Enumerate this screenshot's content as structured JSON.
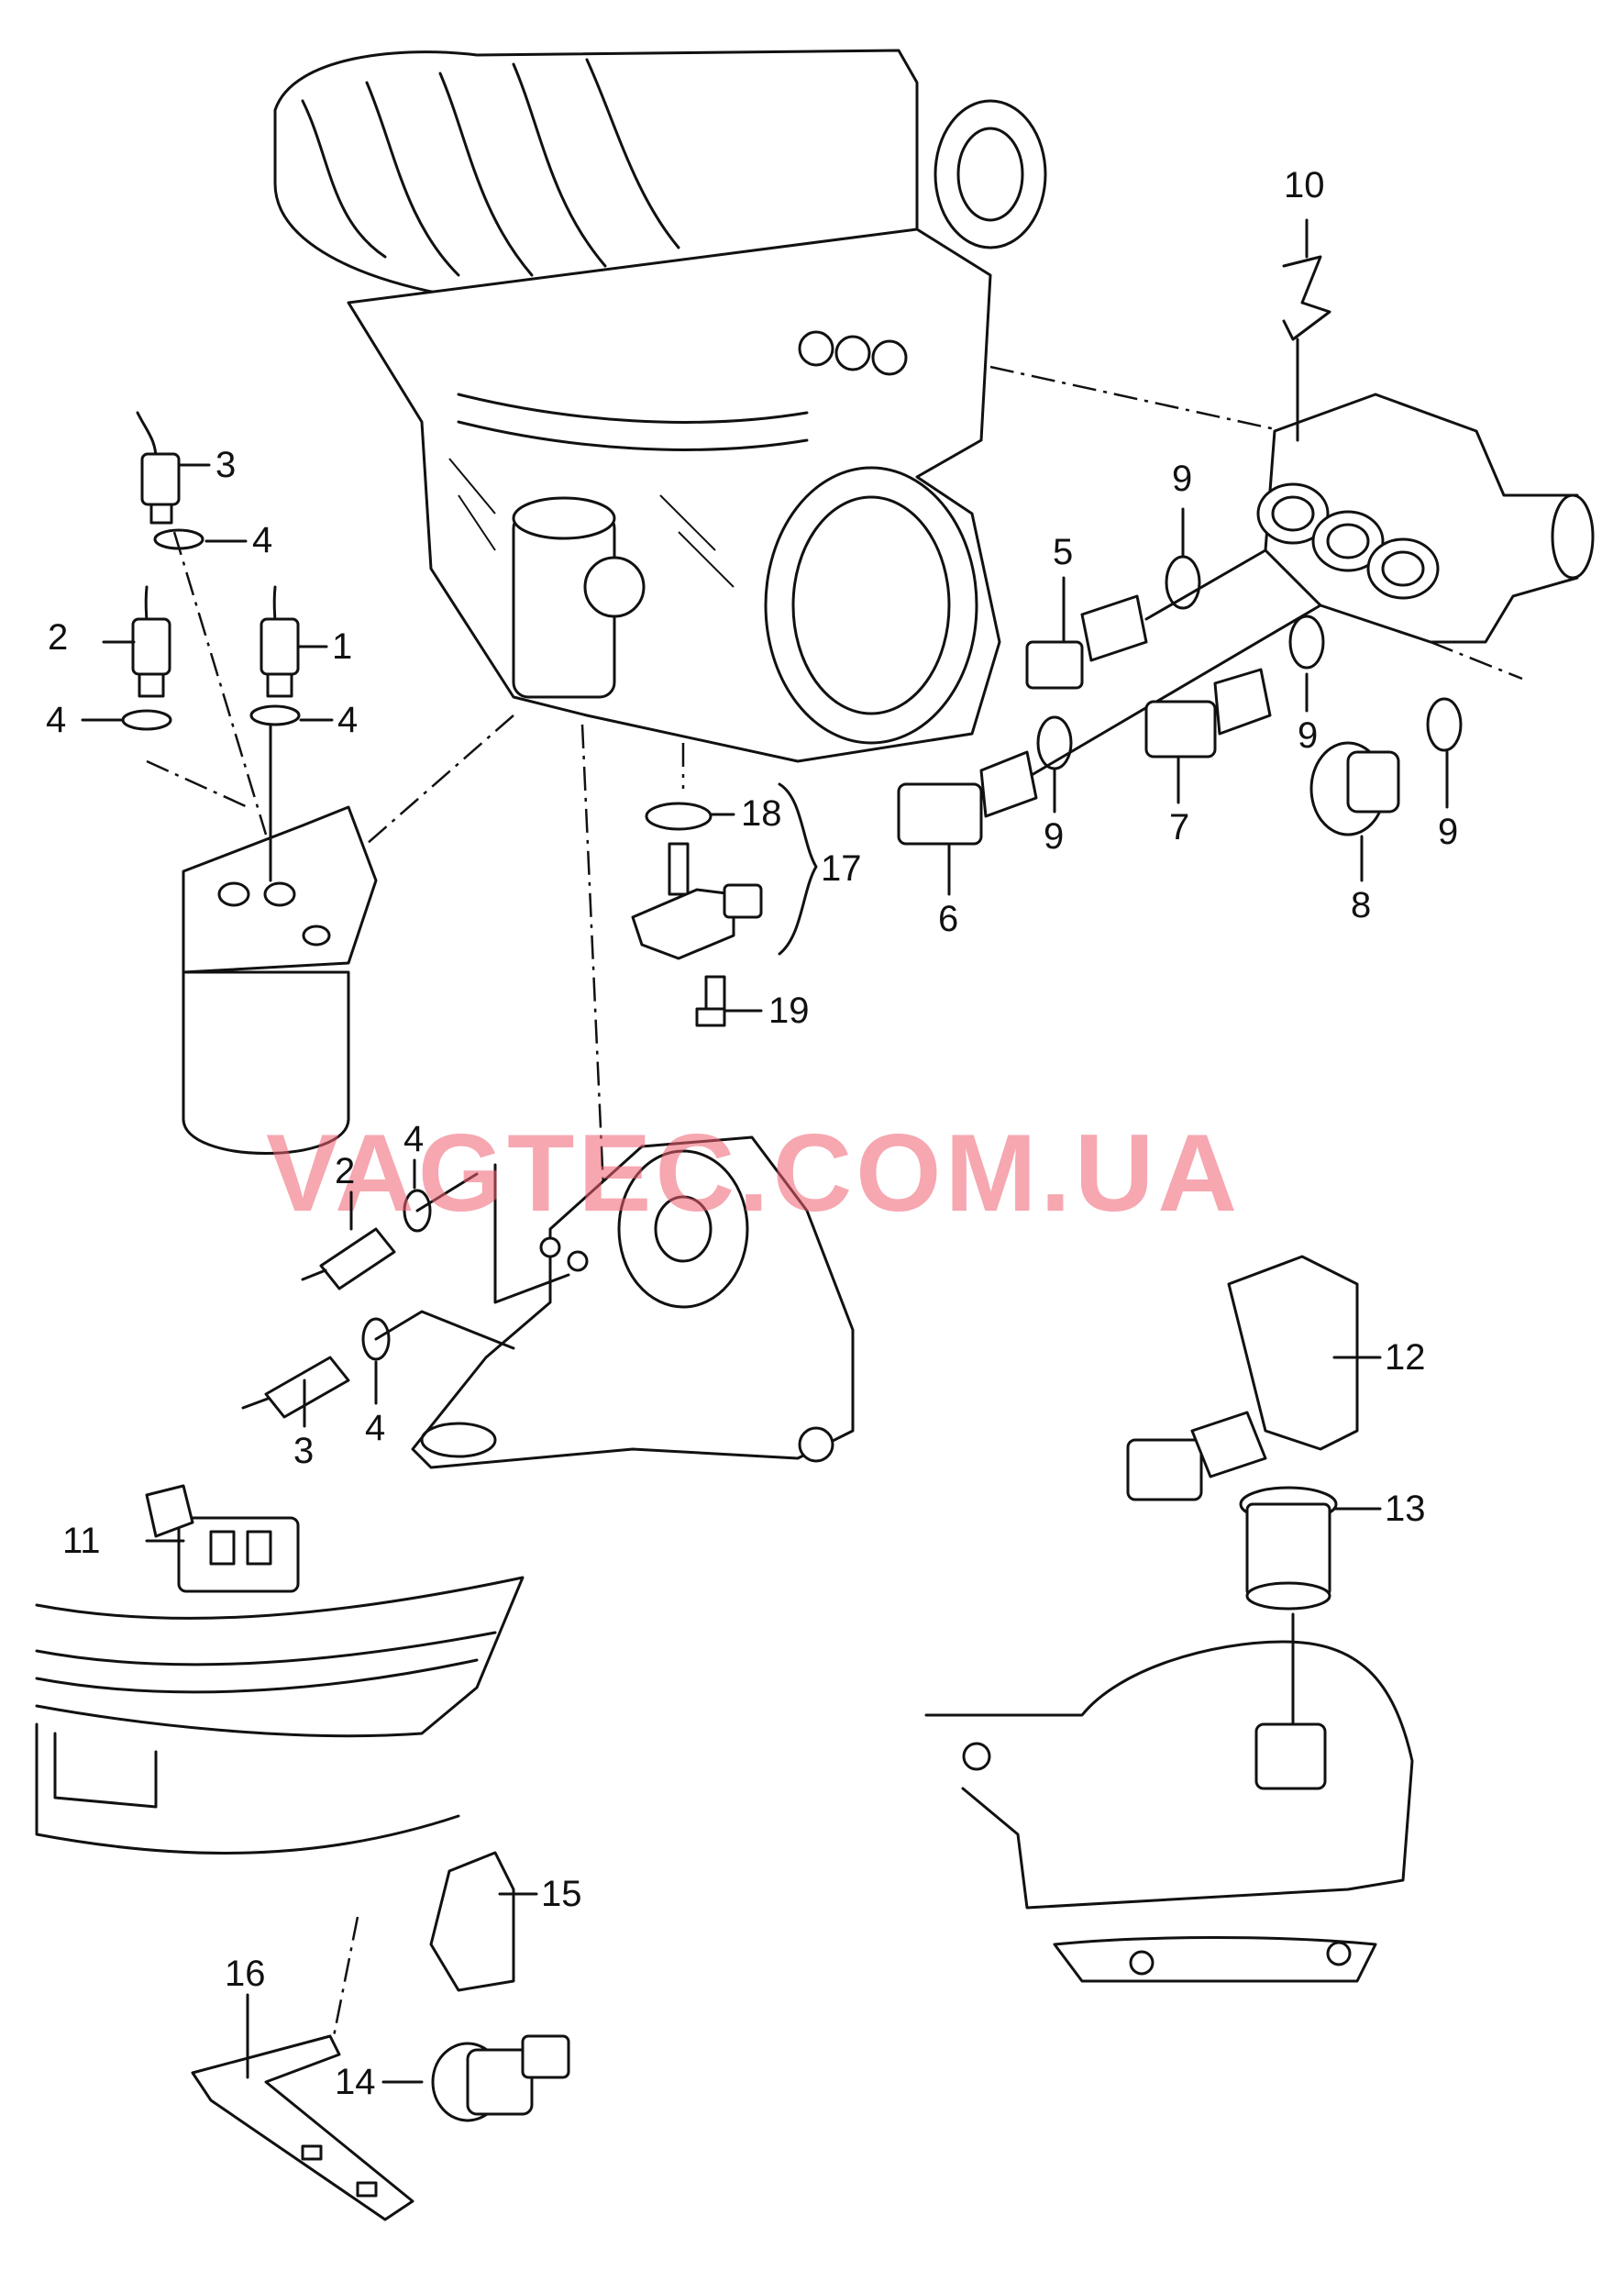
{
  "watermark": "VAGTEC.COM.UA",
  "callouts": {
    "c1": "1",
    "c2": "2",
    "c3": "3",
    "c4": "4",
    "c5": "5",
    "c6": "6",
    "c7": "7",
    "c8": "8",
    "c9": "9",
    "c10": "10",
    "c11": "11",
    "c12": "12",
    "c13": "13",
    "c14": "14",
    "c15": "15",
    "c16": "16",
    "c17": "17",
    "c18": "18",
    "c19": "19"
  },
  "icons": {
    "engine": "engine-block-icon",
    "oil_filter": "oil-filter-housing-icon",
    "coolant_flange": "coolant-flange-icon",
    "sensor": "temperature-sensor-icon",
    "bracket": "engine-bracket-icon",
    "bumper": "bumper-icon",
    "gearbox": "gearbox-housing-icon"
  }
}
